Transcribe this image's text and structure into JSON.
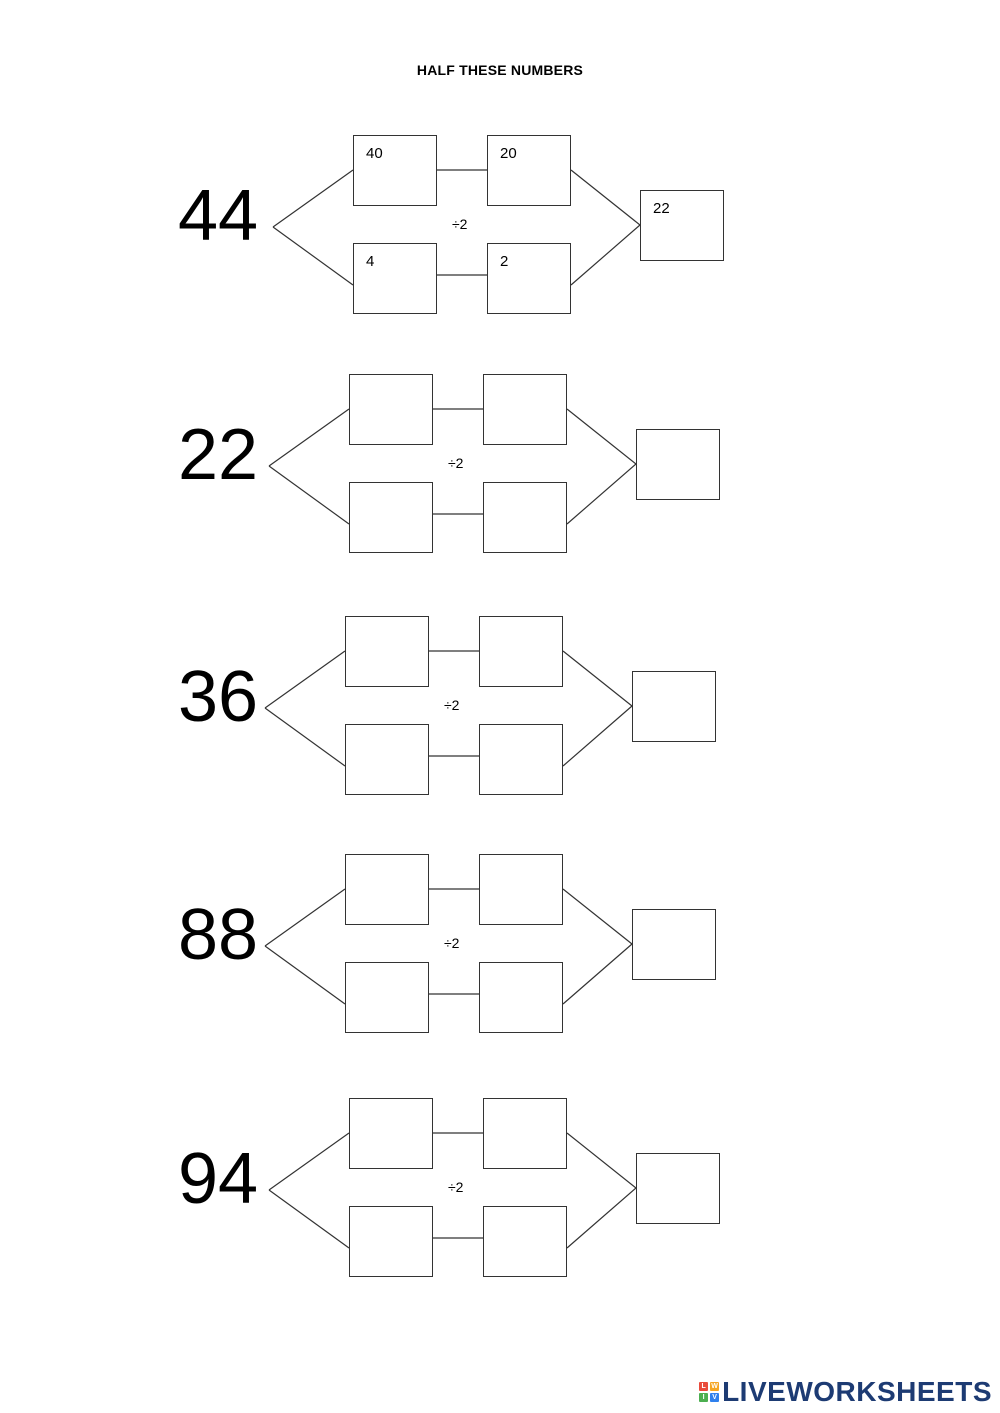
{
  "title": "HALF THESE NUMBERS",
  "operator": "÷2",
  "problems": [
    {
      "number": "44",
      "tens": "40",
      "tens_half": "20",
      "ones": "4",
      "ones_half": "2",
      "result": "22"
    },
    {
      "number": "22",
      "tens": "",
      "tens_half": "",
      "ones": "",
      "ones_half": "",
      "result": ""
    },
    {
      "number": "36",
      "tens": "",
      "tens_half": "",
      "ones": "",
      "ones_half": "",
      "result": ""
    },
    {
      "number": "88",
      "tens": "",
      "tens_half": "",
      "ones": "",
      "ones_half": "",
      "result": ""
    },
    {
      "number": "94",
      "tens": "",
      "tens_half": "",
      "ones": "",
      "ones_half": "",
      "result": ""
    }
  ],
  "footer": {
    "brand": "LIVEWORKSHEETS",
    "logo_letters": [
      "L",
      "W",
      "I",
      "V"
    ],
    "logo_colors": [
      "#e94b3c",
      "#f5a623",
      "#4caf50",
      "#2f80ed"
    ]
  }
}
